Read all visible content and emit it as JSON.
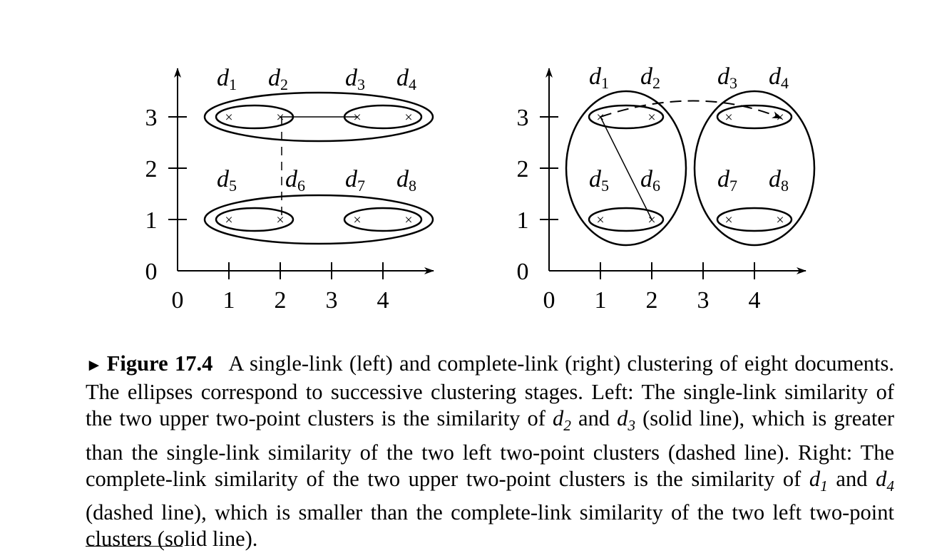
{
  "left_panel": {
    "y_ticks": [
      "3",
      "2",
      "1",
      "0"
    ],
    "x_ticks": [
      "0",
      "1",
      "2",
      "3",
      "4"
    ],
    "doc_labels_top": [
      {
        "base": "d",
        "sub": "1"
      },
      {
        "base": "d",
        "sub": "2"
      },
      {
        "base": "d",
        "sub": "3"
      },
      {
        "base": "d",
        "sub": "4"
      }
    ],
    "doc_labels_bottom": [
      {
        "base": "d",
        "sub": "5"
      },
      {
        "base": "d",
        "sub": "6"
      },
      {
        "base": "d",
        "sub": "7"
      },
      {
        "base": "d",
        "sub": "8"
      }
    ],
    "point_marker": "×"
  },
  "right_panel": {
    "y_ticks": [
      "3",
      "2",
      "1",
      "0"
    ],
    "x_ticks": [
      "0",
      "1",
      "2",
      "3",
      "4"
    ],
    "doc_labels_top": [
      {
        "base": "d",
        "sub": "1"
      },
      {
        "base": "d",
        "sub": "2"
      },
      {
        "base": "d",
        "sub": "3"
      },
      {
        "base": "d",
        "sub": "4"
      }
    ],
    "doc_labels_bottom": [
      {
        "base": "d",
        "sub": "5"
      },
      {
        "base": "d",
        "sub": "6"
      },
      {
        "base": "d",
        "sub": "7"
      },
      {
        "base": "d",
        "sub": "8"
      }
    ],
    "point_marker": "×"
  },
  "caption": {
    "marker": "►",
    "figure_label": "Figure 17.4",
    "seg1": "A single-link (left) and complete-link (right) clustering of eight documents. The ellipses correspond to successive clustering stages. Left: The single-link similarity of the two upper two-point clusters is the similarity of ",
    "d2_base": "d",
    "d2_sub": "2",
    "seg2": " and ",
    "d3_base": "d",
    "d3_sub": "3",
    "seg3": " (solid line), which is greater than the single-link similarity of the two left two-point clusters (dashed line). Right: The complete-link similarity of the two upper two-point clusters is the similarity of ",
    "d1_base": "d",
    "d1_sub": "1",
    "seg4": " and ",
    "d4_base": "d",
    "d4_sub": "4",
    "seg5": " (dashed line), which is smaller than the complete-link similarity of the two left two-point clusters (solid line)."
  }
}
